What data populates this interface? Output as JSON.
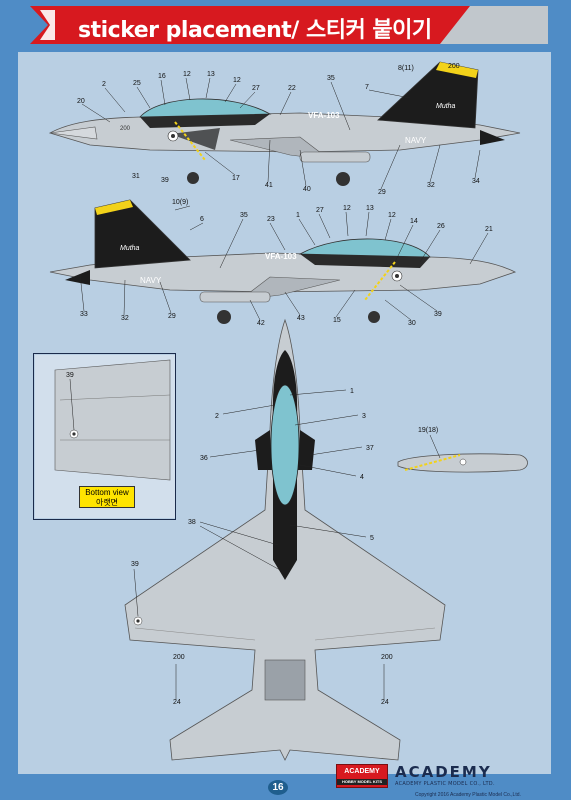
{
  "header": {
    "title": "sticker placement/ 스티커 붙이기"
  },
  "inset": {
    "label_en": "Bottom view",
    "label_kr": "아랫면"
  },
  "callouts": {
    "c_8_11": "8(11)",
    "c_200_tail": "200",
    "c_7": "7",
    "c_35a": "35",
    "c_2": "2",
    "c_25": "25",
    "c_16": "16",
    "c_12a": "12",
    "c_13a": "13",
    "c_12b": "12",
    "c_27a": "27",
    "c_22": "22",
    "c_20": "20",
    "c_31": "31",
    "c_39a": "39",
    "c_17": "17",
    "c_41": "41",
    "c_40": "40",
    "c_29a": "29",
    "c_32a": "32",
    "c_34": "34",
    "c_10_9": "10(9)",
    "c_6": "6",
    "c_35b": "35",
    "c_23": "23",
    "c_1a": "1",
    "c_27b": "27",
    "c_12c": "12",
    "c_13b": "13",
    "c_12d": "12",
    "c_14": "14",
    "c_26": "26",
    "c_21": "21",
    "c_33": "33",
    "c_32b": "32",
    "c_29b": "29",
    "c_42": "42",
    "c_43": "43",
    "c_15": "15",
    "c_30": "30",
    "c_39b": "39",
    "c_39c": "39",
    "c_1b": "1",
    "c_2b": "2",
    "c_3": "3",
    "c_36": "36",
    "c_37": "37",
    "c_4": "4",
    "c_19_18": "19(18)",
    "c_38": "38",
    "c_5": "5",
    "c_39d": "39",
    "c_24a": "24",
    "c_24b": "24"
  },
  "markings": {
    "vfa": "VFA-103",
    "navy": "NAVY",
    "mutha": "Mutha",
    "wing_number": "200",
    "fuselage_number": "200"
  },
  "footer": {
    "badge": "ACADEMY",
    "badge_sub": "HOBBY MODEL KITS",
    "logo": "ACADEMY",
    "logo_sub": "ACADEMY PLASTIC MODEL CO., LTD.",
    "page": "16",
    "copyright": "Copyright 2016 Academy Plastic Model Co.,Ltd."
  },
  "colors": {
    "page_bg": "#4f8cc6",
    "panel_bg": "#b9cfe3",
    "header_red": "#d7191f",
    "aircraft_gray": "#c7cdd2",
    "tail_black": "#1c1c1c",
    "accent_yellow": "#f2d21a"
  }
}
